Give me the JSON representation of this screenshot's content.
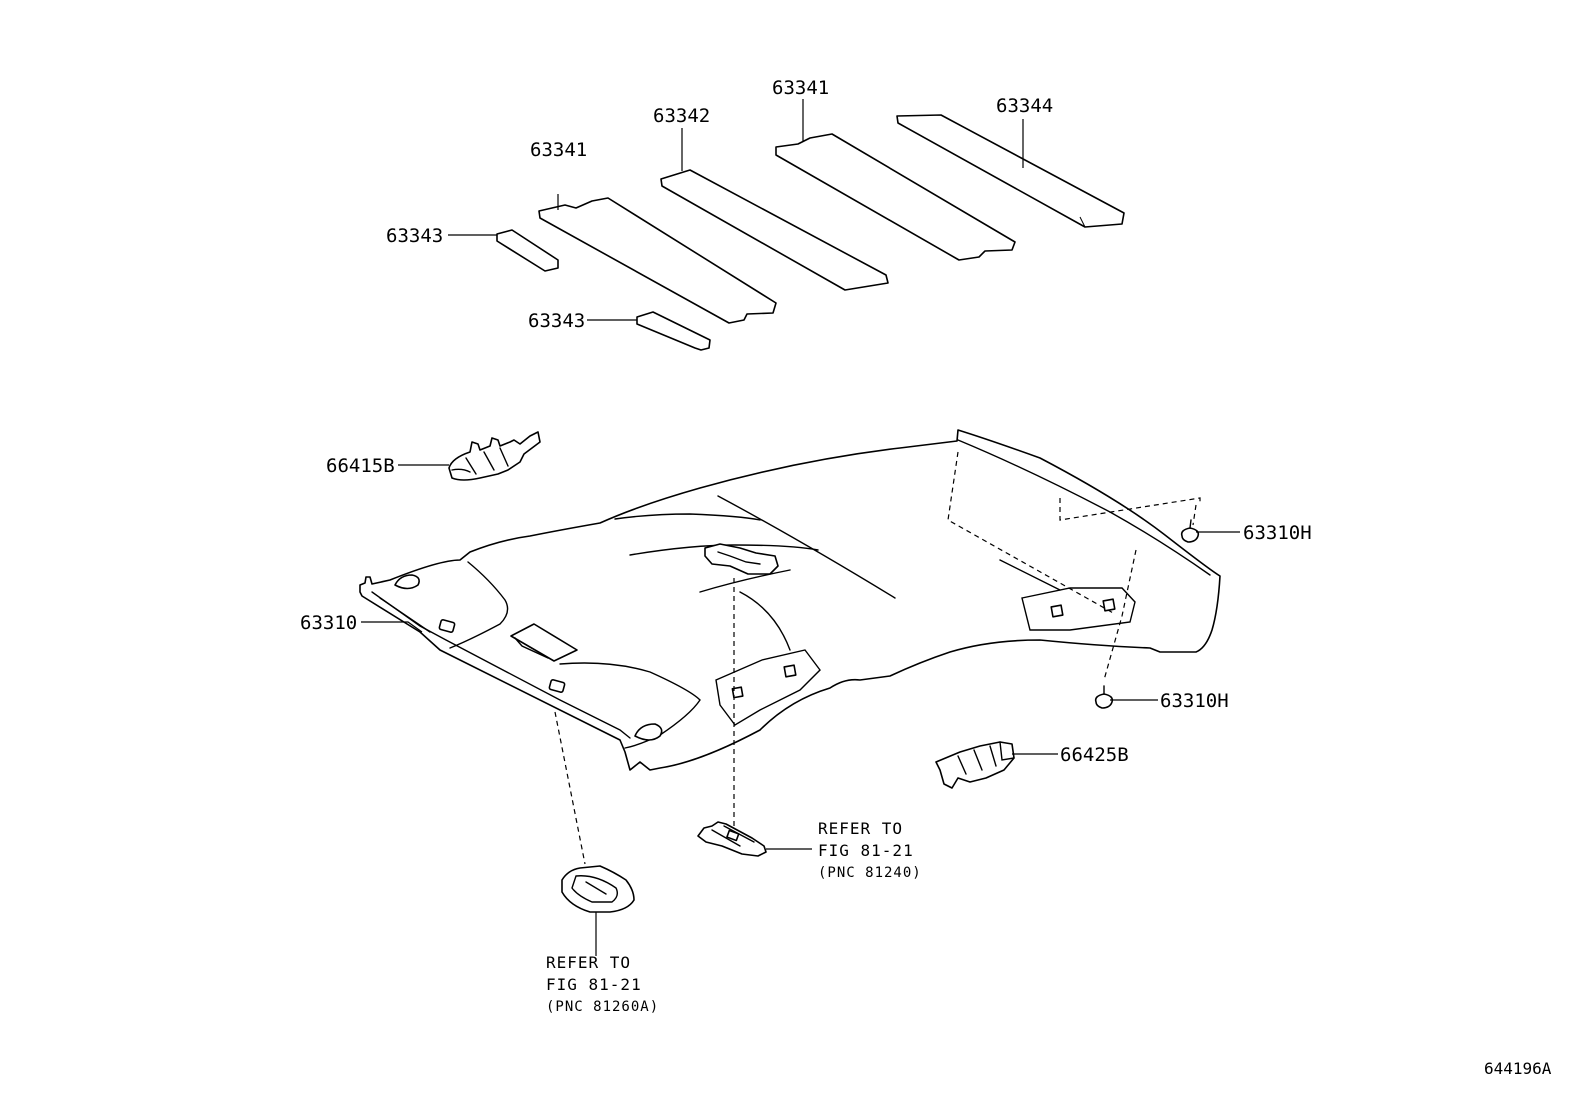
{
  "labels": {
    "p63341_left": "63341",
    "p63342": "63342",
    "p63341_right": "63341",
    "p63344": "63344",
    "p63343_top": "63343",
    "p63343_bottom": "63343",
    "p66415B": "66415B",
    "p63310": "63310",
    "p63310H_top": "63310H",
    "p63310H_bottom": "63310H",
    "p66425B": "66425B"
  },
  "notes": {
    "map_lamp": {
      "line1": "REFER TO",
      "line2": "FIG 81-21",
      "line3": "(PNC 81240)"
    },
    "room_lamp": {
      "line1": "REFER TO",
      "line2": "FIG 81-21",
      "line3": "(PNC 81260A)"
    }
  },
  "illustration_ref": "644196A",
  "colors": {
    "line": "#000000",
    "background": "#ffffff"
  }
}
